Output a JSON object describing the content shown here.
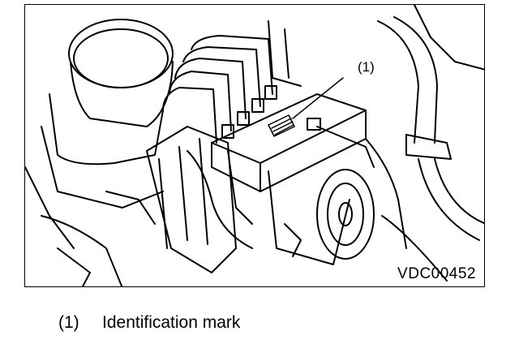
{
  "figure": {
    "id_label": "VDC00452",
    "callout": "(1)"
  },
  "legend": {
    "number": "(1)",
    "text": "Identification mark"
  },
  "colors": {
    "line": "#000000",
    "background": "#ffffff"
  }
}
